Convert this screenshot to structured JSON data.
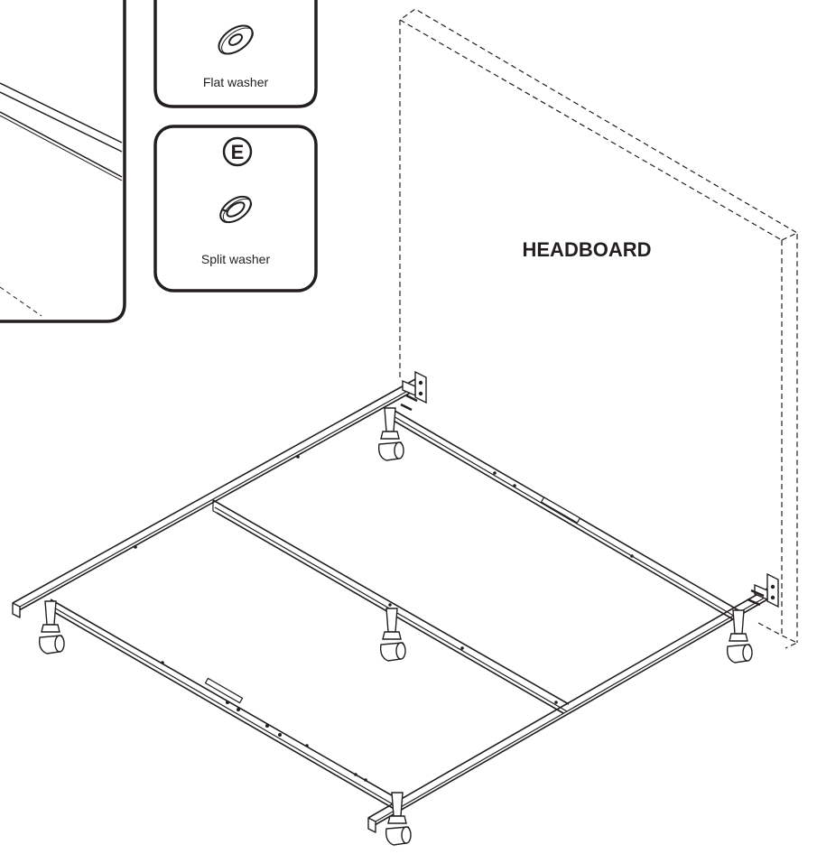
{
  "labels": {
    "headboard": "HEADBOARD",
    "flat_washer": "Flat washer",
    "split_washer": "Split washer",
    "part_letter_e": "E"
  },
  "colors": {
    "ink": "#231f20",
    "background": "#ffffff"
  }
}
